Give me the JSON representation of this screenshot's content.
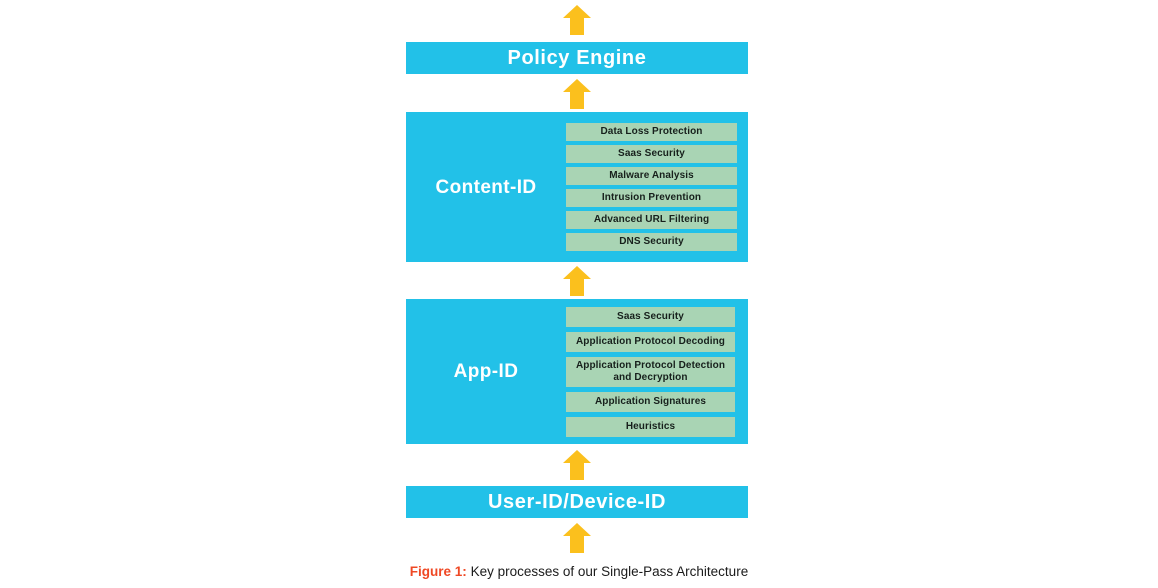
{
  "figure": {
    "caption_label": "Figure 1:",
    "caption_text": "Key processes of our Single-Pass Architecture"
  },
  "colors": {
    "panel_blue": "#22c1e8",
    "subbox_green": "#a9d4b4",
    "arrow_yellow": "#fbc01d",
    "caption_accent": "#ef4824",
    "panel_label_text": "#ffffff",
    "subbox_text": "#17201c"
  },
  "flow": {
    "stages": [
      {
        "id": "policy-engine",
        "type": "bar",
        "label": "Policy Engine"
      },
      {
        "id": "content-id",
        "type": "panel",
        "label": "Content-ID",
        "items": [
          "Data Loss Protection",
          "Saas Security",
          "Malware Analysis",
          "Intrusion Prevention",
          "Advanced URL Filtering",
          "DNS Security"
        ]
      },
      {
        "id": "app-id",
        "type": "panel",
        "label": "App-ID",
        "items": [
          "Saas Security",
          "Application Protocol Decoding",
          "Application Protocol Detection and Decryption",
          "Application Signatures",
          "Heuristics"
        ]
      },
      {
        "id": "user-id-device-id",
        "type": "bar",
        "label": "User-ID/Device-ID"
      }
    ],
    "arrows": [
      {
        "id": "arrow-into-policy-engine",
        "direction": "up"
      },
      {
        "id": "arrow-content-id-to-policy-engine",
        "direction": "up"
      },
      {
        "id": "arrow-app-id-to-content-id",
        "direction": "up"
      },
      {
        "id": "arrow-user-id-to-app-id",
        "direction": "up"
      },
      {
        "id": "arrow-into-user-id",
        "direction": "up"
      }
    ]
  }
}
